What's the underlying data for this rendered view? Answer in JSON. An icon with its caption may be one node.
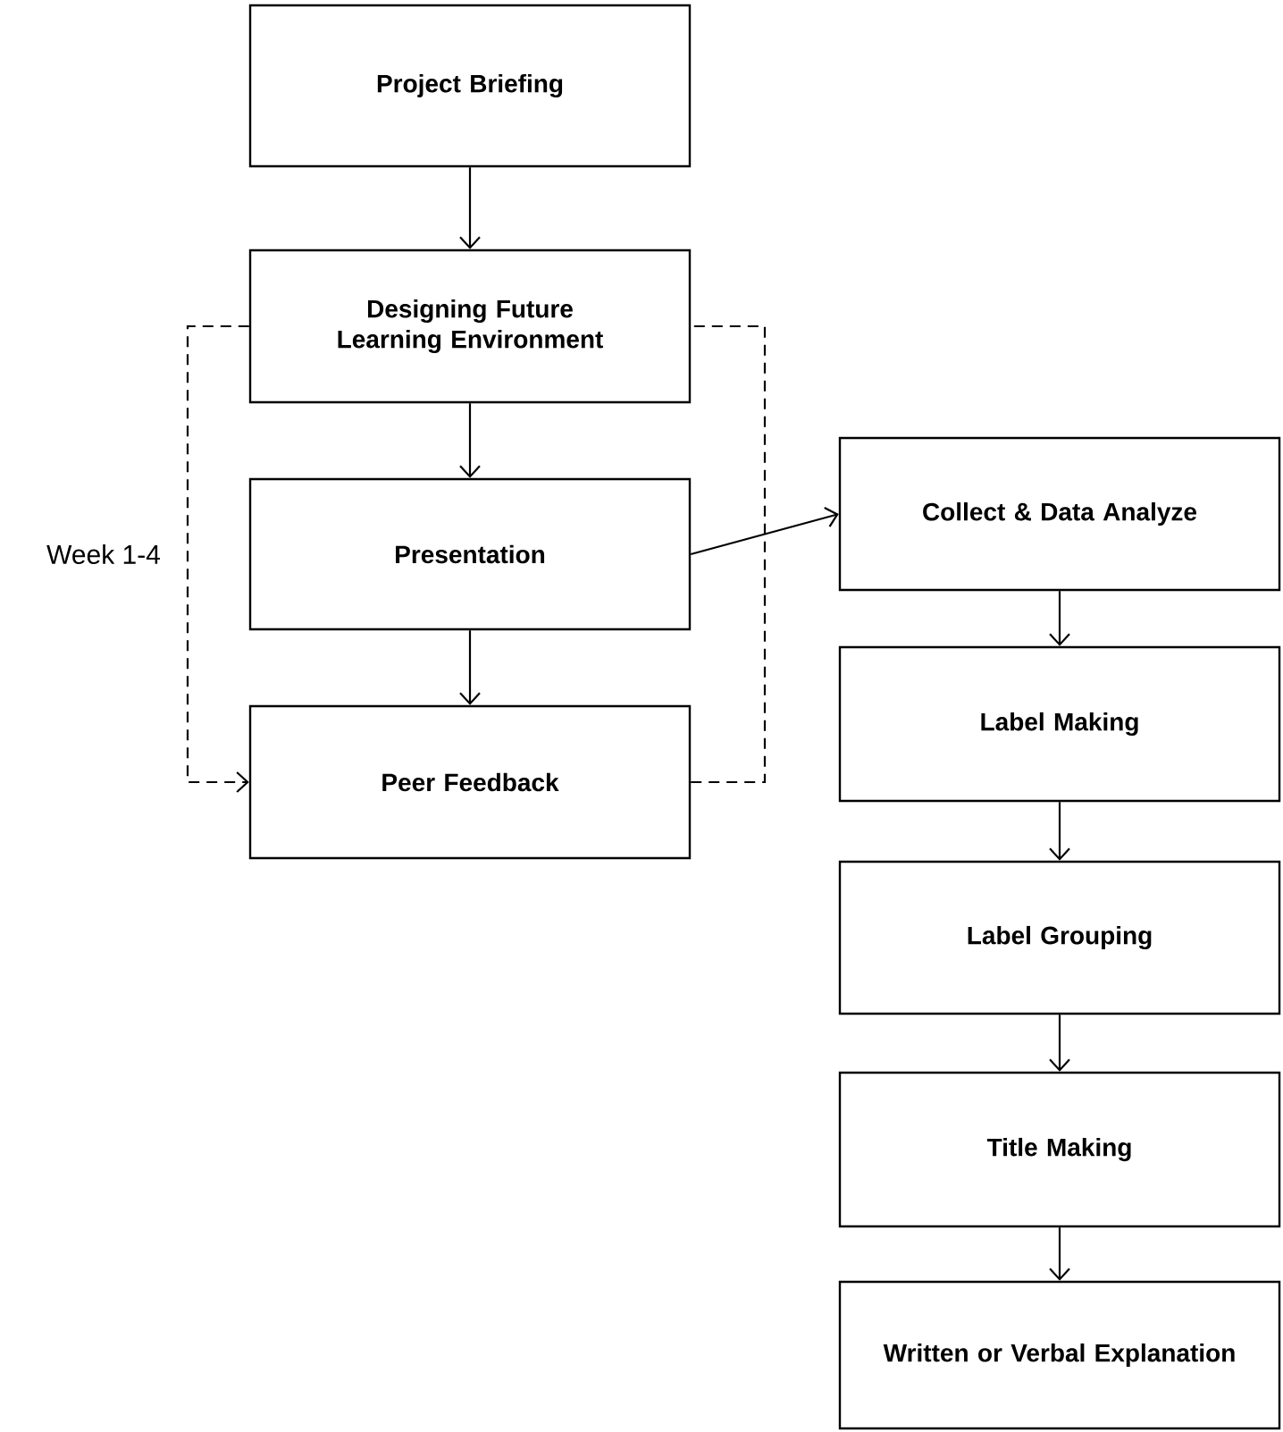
{
  "diagram": {
    "nodes": [
      {
        "text": [
          "Project Briefing"
        ]
      },
      {
        "text": [
          "Designing Future Learning Environment"
        ]
      },
      {
        "text": [
          "Presentation"
        ]
      },
      {
        "text": [
          "Peer Feedback"
        ]
      },
      {
        "text": [
          "Collect & Data Analyze"
        ]
      },
      {
        "text": [
          "Label Making"
        ]
      },
      {
        "text": [
          "Label Grouping"
        ]
      },
      {
        "text": [
          "Title Making"
        ]
      },
      {
        "text": [
          "Written or Verbal Explanation"
        ]
      }
    ],
    "edges": [
      {
        "from": 0,
        "to": 1,
        "arrow": "to"
      },
      {
        "from": 1,
        "to": 2,
        "arrow": "to"
      },
      {
        "from": 2,
        "to": 3,
        "arrow": "to"
      },
      {
        "from": 1,
        "to": 3,
        "arrow": "to",
        "style": "dashed"
      },
      {
        "from": 3,
        "to": 1,
        "arrow": "none",
        "style": "dashed"
      },
      {
        "from": 2,
        "to": 4,
        "arrow": "to"
      },
      {
        "from": 4,
        "to": 5,
        "arrow": "to"
      },
      {
        "from": 5,
        "to": 6,
        "arrow": "to"
      },
      {
        "from": 6,
        "to": 7,
        "arrow": "to"
      },
      {
        "from": 7,
        "to": 8,
        "arrow": "to"
      }
    ],
    "labels": [
      "Week 1-4"
    ]
  }
}
